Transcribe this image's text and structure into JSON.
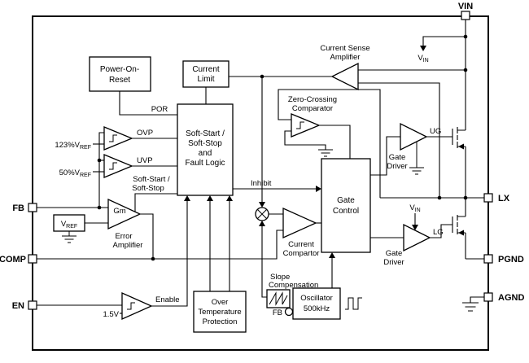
{
  "pins": {
    "vin": "VIN",
    "fb": "FB",
    "comp": "COMP",
    "en": "EN",
    "lx": "LX",
    "pgnd": "PGND",
    "agnd": "AGND"
  },
  "blocks": {
    "power_on_reset": {
      "line1": "Power-On-",
      "line2": "Reset"
    },
    "current_limit": {
      "line1": "Current",
      "line2": "Limit"
    },
    "fault_logic": {
      "line1": "Soft-Start /",
      "line2": "Soft-Stop",
      "line3": "and",
      "line4": "Fault Logic"
    },
    "gate_control": {
      "line1": "Gate",
      "line2": "Control"
    },
    "over_temp": {
      "line1": "Over",
      "line2": "Temperature",
      "line3": "Protection"
    },
    "oscillator": {
      "line1": "Oscillator",
      "line2": "500kHz",
      "fb_input": "FB"
    }
  },
  "amplifiers": {
    "current_sense": {
      "line1": "Current Sense",
      "line2": "Amplifier"
    },
    "zero_crossing": {
      "line1": "Zero-Crossing",
      "line2": "Comparator"
    },
    "error": {
      "gain": "Gm",
      "line1": "Error",
      "line2": "Amplifier"
    },
    "current_comparator": {
      "line1": "Current",
      "line2": "Compartor"
    },
    "ug_driver": {
      "line1": "Gate",
      "line2": "Driver",
      "output": "UG"
    },
    "lg_driver": {
      "line1": "Gate",
      "line2": "Driver",
      "output": "LG"
    }
  },
  "signals": {
    "por": "POR",
    "ovp": "OVP",
    "uvp": "UVP",
    "inhibit": "Inhibit",
    "enable": "Enable",
    "soft_start": {
      "line1": "Soft-Start /",
      "line2": "Soft-Stop"
    },
    "slope_comp": {
      "line1": "Slope",
      "line2": "Compensation"
    }
  },
  "references": {
    "ovp": {
      "main": "123%V",
      "sub": "REF"
    },
    "uvp": {
      "main": "50%V",
      "sub": "REF"
    },
    "enable": "1.5V",
    "vref": {
      "main": "V",
      "sub": "REF"
    },
    "vin_top": {
      "main": "V",
      "sub": "IN"
    },
    "vin_lg": {
      "main": "V",
      "sub": "IN"
    }
  },
  "colors": {
    "line": "#000000",
    "background": "#ffffff"
  }
}
